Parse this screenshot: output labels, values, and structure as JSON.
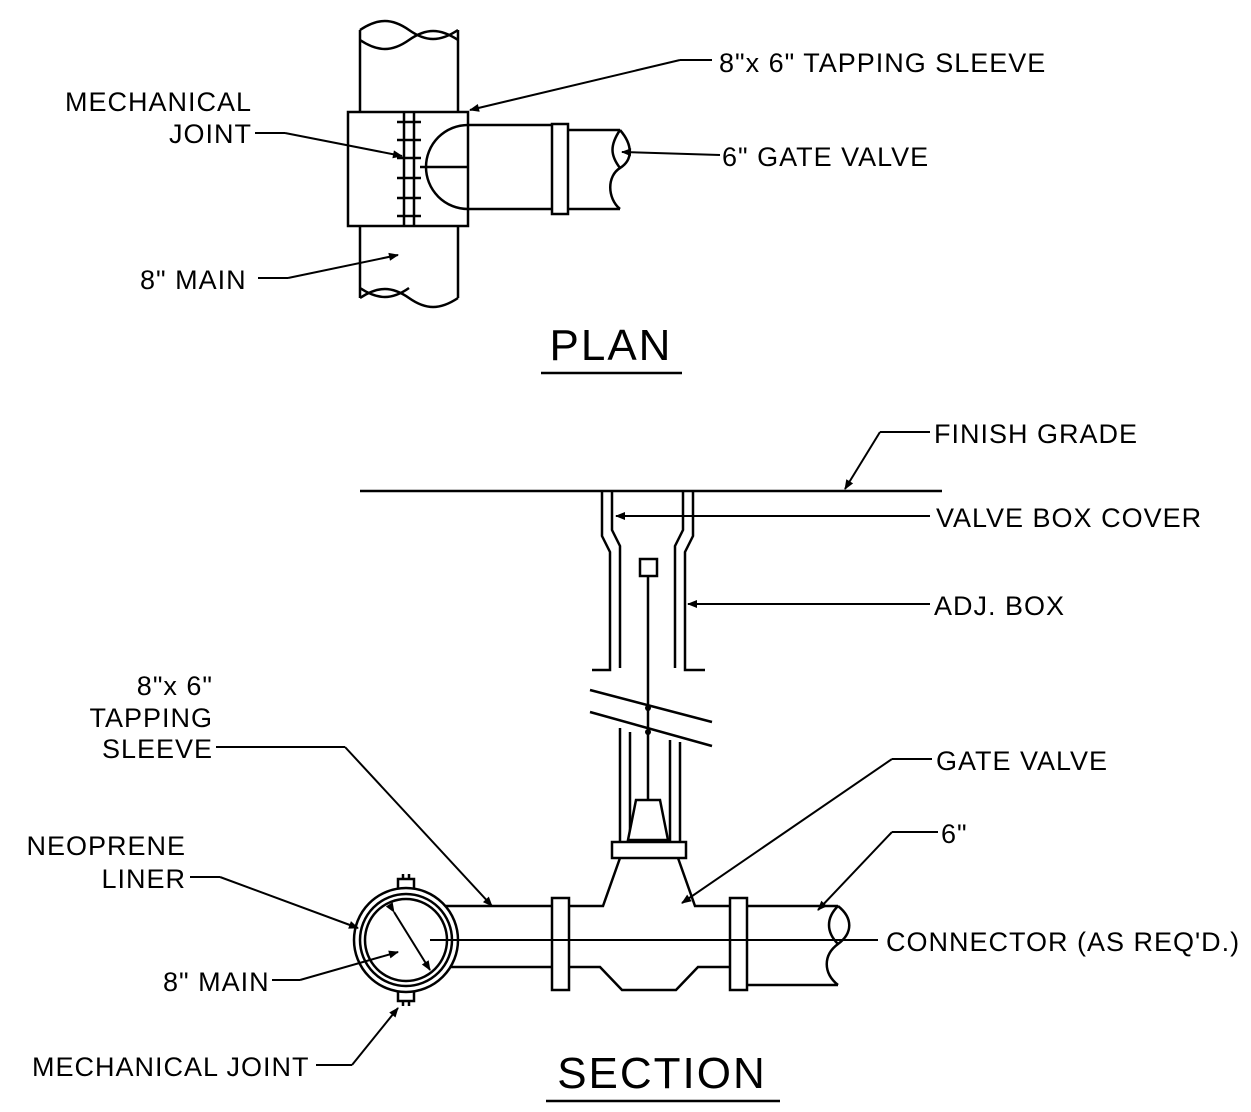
{
  "plan": {
    "title": "PLAN",
    "labels": {
      "tapping_sleeve": "8\"x 6\" TAPPING SLEEVE",
      "mechanical_joint_line1": "MECHANICAL",
      "mechanical_joint_line2": "JOINT",
      "gate_valve": "6\" GATE VALVE",
      "main": "8\" MAIN"
    }
  },
  "section": {
    "title": "SECTION",
    "labels": {
      "finish_grade": "FINISH GRADE",
      "valve_box_cover": "VALVE BOX COVER",
      "adj_box": "ADJ. BOX",
      "tapping_sleeve_line1": "8\"x 6\"",
      "tapping_sleeve_line2": "TAPPING",
      "tapping_sleeve_line3": "SLEEVE",
      "gate_valve": "GATE VALVE",
      "neoprene_line1": "NEOPRENE",
      "neoprene_line2": "LINER",
      "pipe_size": "6\"",
      "connector": "CONNECTOR (AS REQ'D.)",
      "main": "8\" MAIN",
      "mechanical_joint": "MECHANICAL JOINT"
    }
  }
}
